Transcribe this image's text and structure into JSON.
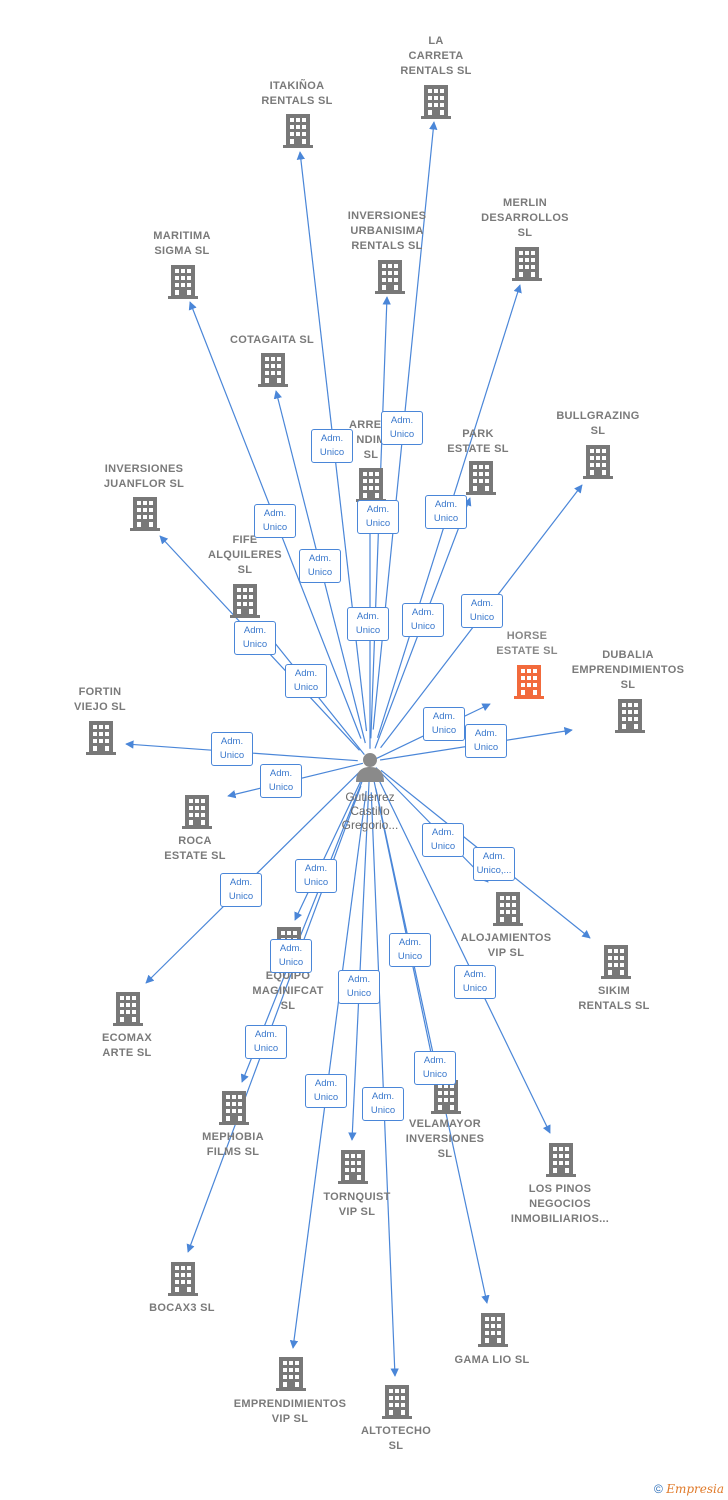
{
  "colors": {
    "edge": "#4a86d8",
    "building": "#787878",
    "highlight": "#f26a3c",
    "person": "#8a8a8a"
  },
  "center": {
    "name": "Gutierrez\nCastillo\nGregorio...",
    "icon": "person-icon"
  },
  "nodes": [
    {
      "id": "la-carreta-rentals",
      "label": "LA\nCARRETA\nRENTALS  SL"
    },
    {
      "id": "itakinoa-rentals",
      "label": "ITAKIÑOA\nRENTALS  SL"
    },
    {
      "id": "maritima-sigma",
      "label": "MARITIMA\nSIGMA  SL"
    },
    {
      "id": "inversiones-urbanisima-rentals",
      "label": "INVERSIONES\nURBANISIMA\nRENTALS  SL"
    },
    {
      "id": "merlin-desarrollos",
      "label": "MERLIN\nDESARROLLOS\nSL"
    },
    {
      "id": "cotagaita",
      "label": "COTAGAITA  SL"
    },
    {
      "id": "arrecife-rendimientos",
      "label": "ARRECI\nNDIM\nSL"
    },
    {
      "id": "park-estate",
      "label": "PARK\nESTATE  SL"
    },
    {
      "id": "bullgrazing",
      "label": "BULLGRAZING\nSL"
    },
    {
      "id": "inversiones-juanflor",
      "label": "INVERSIONES\nJUANFLOR  SL"
    },
    {
      "id": "fife-alquileres",
      "label": "FIFE\nALQUILERES\nSL"
    },
    {
      "id": "horse-estate",
      "label": "HORSE\nESTATE  SL",
      "highlight": true
    },
    {
      "id": "dubalia-emprendimientos",
      "label": "DUBALIA\nEMPRENDIMIENTOS\nSL"
    },
    {
      "id": "fortin-viejo",
      "label": "FORTIN\nVIEJO  SL"
    },
    {
      "id": "roca-estate",
      "label": "ROCA\nESTATE  SL"
    },
    {
      "id": "alojamientos-vip",
      "label": "ALOJAMIENTOS\nVIP  SL"
    },
    {
      "id": "sikim-rentals",
      "label": "SIKIM\nRENTALS  SL"
    },
    {
      "id": "equipo-maginifcat",
      "label": "EQUIPO\nMAGINIFCAT\nSL"
    },
    {
      "id": "ecomax-arte",
      "label": "ECOMAX\nARTE  SL"
    },
    {
      "id": "mephobia-films",
      "label": "MEPHOBIA\nFILMS  SL"
    },
    {
      "id": "velamayor-inversiones",
      "label": "VELAMAYOR\nINVERSIONES\nSL"
    },
    {
      "id": "los-pinos-negocios",
      "label": "LOS PINOS\nNEGOCIOS\nINMOBILIARIOS..."
    },
    {
      "id": "tornquist-vip",
      "label": "TORNQUIST\nVIP  SL"
    },
    {
      "id": "bocax3",
      "label": "BOCAX3  SL"
    },
    {
      "id": "gama-lio",
      "label": "GAMA LIO  SL"
    },
    {
      "id": "emprendimientos-vip",
      "label": "EMPRENDIMIENTOS\nVIP  SL"
    },
    {
      "id": "altotecho",
      "label": "ALTOTECHO\nSL"
    }
  ],
  "edges": [
    {
      "to": "la-carreta-rentals",
      "label": "Adm.\nUnico"
    },
    {
      "to": "itakinoa-rentals",
      "label": "Adm.\nUnico"
    },
    {
      "to": "maritima-sigma",
      "label": "Adm.\nUnico"
    },
    {
      "to": "inversiones-urbanisima-rentals",
      "label": "Adm.\nUnico"
    },
    {
      "to": "merlin-desarrollos",
      "label": "Adm.\nUnico"
    },
    {
      "to": "cotagaita",
      "label": "Adm.\nUnico"
    },
    {
      "to": "arrecife-rendimientos",
      "label": "Adm.\nUnico"
    },
    {
      "to": "park-estate",
      "label": "Adm.\nUnico"
    },
    {
      "to": "bullgrazing",
      "label": "Adm.\nUnico"
    },
    {
      "to": "inversiones-juanflor",
      "label": "Adm.\nUnico"
    },
    {
      "to": "fife-alquileres",
      "label": "Adm.\nUnico"
    },
    {
      "to": "horse-estate",
      "label": "Adm.\nUnico"
    },
    {
      "to": "dubalia-emprendimientos",
      "label": "Adm.\nUnico"
    },
    {
      "to": "fortin-viejo",
      "label": "Adm.\nUnico"
    },
    {
      "to": "roca-estate",
      "label": "Adm.\nUnico"
    },
    {
      "to": "alojamientos-vip",
      "label": "Adm.\nUnico"
    },
    {
      "to": "sikim-rentals",
      "label": "Adm.\nUnico,..."
    },
    {
      "to": "equipo-maginifcat",
      "label": "Adm.\nUnico"
    },
    {
      "to": "ecomax-arte",
      "label": "Adm.\nUnico"
    },
    {
      "to": "mephobia-films",
      "label": "Adm.\nUnico"
    },
    {
      "to": "velamayor-inversiones",
      "label": "Adm.\nUnico"
    },
    {
      "to": "los-pinos-negocios",
      "label": "Adm.\nUnico"
    },
    {
      "to": "tornquist-vip",
      "label": "Adm.\nUnico"
    },
    {
      "to": "bocax3",
      "label": "Adm.\nUnico"
    },
    {
      "to": "gama-lio",
      "label": "Adm.\nUnico"
    },
    {
      "to": "emprendimientos-vip",
      "label": "Adm.\nUnico"
    },
    {
      "to": "altotecho",
      "label": "Adm.\nUnico"
    }
  ],
  "footer": {
    "copyright": "©",
    "brand": "Empresia"
  }
}
